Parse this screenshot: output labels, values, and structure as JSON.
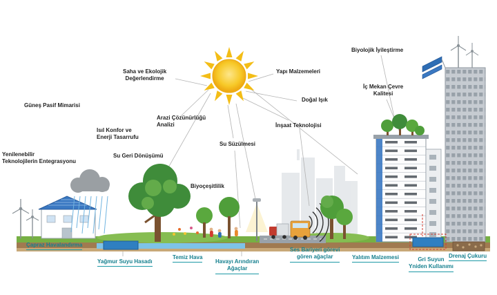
{
  "colors": {
    "label_text": "#1f1f1f",
    "teal_label": "#16808f",
    "sun_yellow": "#f3bd16",
    "grass_green": "#76b043",
    "soil_brown": "#a07a50",
    "water_blue": "#2f7fc1",
    "solar_panel_blue": "#2e6db4",
    "tree_green": "#4f9e3a",
    "alert_red_dash": "#d23b2e",
    "connector_grey": "#b3b3b3"
  },
  "labels": {
    "gunes_pasif": [
      "Güneş Pasif Mimarisi"
    ],
    "yenilenebilir": [
      "Yenilenebilir",
      "Teknolojilerin Entegrasyonu"
    ],
    "isil_konfor": [
      "Isıl Konfor ve",
      "Enerji Tasarrufu"
    ],
    "su_geri_donusumu": [
      "Su Geri Dönüşümü"
    ],
    "saha_ekolojik": [
      "Saha ve Ekolojik",
      "Değerlendirme"
    ],
    "arazi_cozunurlugu": [
      "Arazi Çözünürlüğü",
      "Analizi"
    ],
    "su_suzulmesi": [
      "Su Süzülmesi"
    ],
    "biyocesitlilik": [
      "Biyoçeşitlilik"
    ],
    "yapi_malzemeleri": [
      "Yapı Malzemeleri"
    ],
    "dogal_isik": [
      "Doğal Işık"
    ],
    "insaat_teknolojisi": [
      "İnşaat Teknolojisi"
    ],
    "biyolojik_iyilestirme": [
      "Biyolojik İyileştirme"
    ],
    "ic_mekan": [
      "İç Mekan Çevre",
      "Kalitesi"
    ]
  },
  "bottom_labels": {
    "capraz_havalandirma": [
      "Çapraz Havalandırma"
    ],
    "yagmur_suyu_hasadi": [
      "Yağmur Suyu Hasadı"
    ],
    "temiz_hava": [
      "Temiz Hava"
    ],
    "havayi_arindiran": [
      "Havayı Arındıran",
      "Ağaçlar"
    ],
    "ses_bariyeri": [
      "Ses Bariyeri görevi",
      "gören ağaçlar"
    ],
    "yalitim_malzemesi": [
      "Yalıtım Malzemesi"
    ],
    "gri_suyun": [
      "Gri Suyun",
      "Yniden Kullanımı"
    ],
    "drenaj_cukuru": [
      "Drenaj Çukuru"
    ]
  },
  "icons": {
    "sun-icon": "yellow sun with triangular rays",
    "wind-turbine-icon": "three-blade wind turbines on ground",
    "rooftop-wind-turbine-icon": "small wind turbines on tower roof",
    "solar-building-icon": "low building with blue solar-panel roof",
    "rooftop-solar-icon": "tilted solar panels on tower roof",
    "rain-cloud-icon": "grey cloud with blue rainfall",
    "rain-harvest-tank-icon": "underground blue rainwater tank",
    "tree-icon": "large deciduous tree",
    "park-icon": "park with flowers, small trees and people",
    "street-lamp-icon": "street lamp with light cone",
    "road-icon": "grey road segment",
    "truck-icon": "red cab truck",
    "bus-icon": "orange city bus",
    "sound-barrier-icon": "concentric sound-wave arcs",
    "roadside-trees-icon": "noise-screening green trees",
    "green-building-icon": "mid-rise building with rooftop garden",
    "skyscraper-icon": "high-rise tower with window grid",
    "greywater-tank-icon": "blue grey-water reuse tank with red dashed outline",
    "drainage-pit-icon": "gravel drainage pit",
    "ground-icon": "grass strip with soil and groundwater cross-section",
    "background-city-icon": "faint city skyline",
    "connector-lines": "thin grey leader lines radiating from sun"
  }
}
